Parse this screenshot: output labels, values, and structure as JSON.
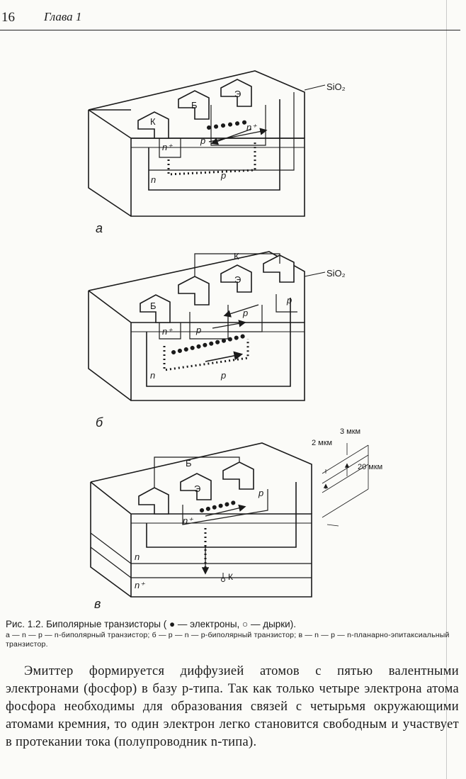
{
  "header": {
    "page_number": "16",
    "chapter": "Глава 1"
  },
  "labels": {
    "sio2": "SiO₂",
    "a_k": "К",
    "a_b": "Б",
    "a_e": "Э",
    "n_plus": "n⁺",
    "p": "p",
    "n": "n",
    "b_k": "К",
    "b_b": "Б",
    "b_e": "Э",
    "v_b": "Б",
    "v_e": "Э",
    "v_k": "К",
    "dim_2": "2 мкм",
    "dim_3": "3 мкм",
    "dim_20": "20 мкм",
    "fig_a": "а",
    "fig_b": "б",
    "fig_v": "в"
  },
  "caption": {
    "main": "Рис. 1.2. Биполярные транзисторы ( ● — электроны, ○ — дырки).",
    "sub": "а — n — p — n-биполярный транзистор; б — p — n — p-биполярный транзистор; в — n — p — n-планарно-эпитаксиальный транзистор."
  },
  "body": {
    "paragraph": "Эмиттер формируется диффузией атомов с пятью валентными электронами (фосфор) в базу p-типа. Так как только четыре электрона атома фосфора необходимы для образования связей с четырьмя окружающими атомами кремния, то один электрон легко становится свободным и участвует в протекании тока (полупроводник n-типа)."
  }
}
